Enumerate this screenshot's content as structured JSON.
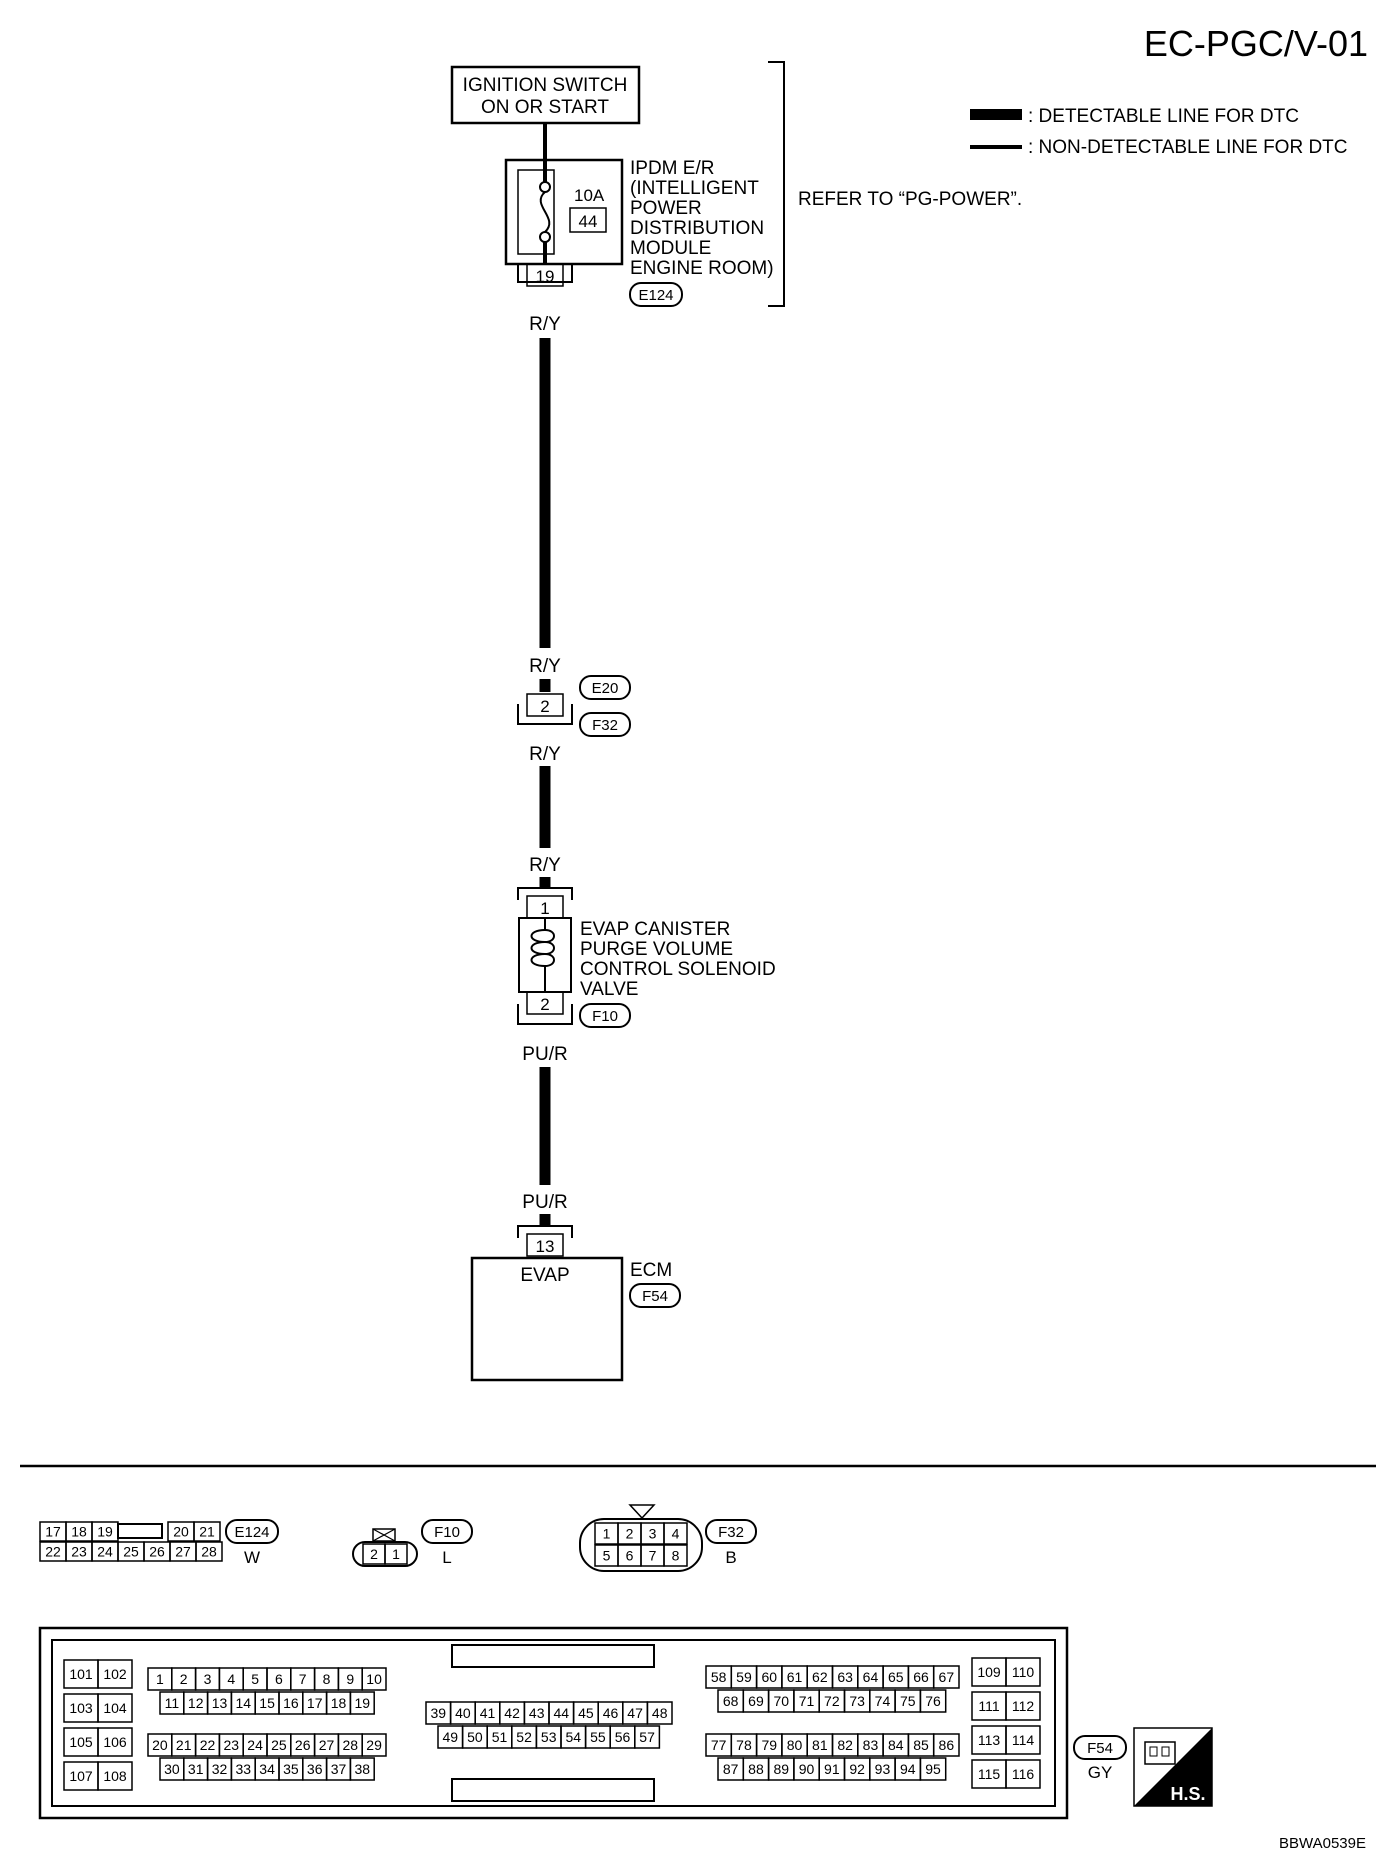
{
  "page_code": "EC-PGC/V-01",
  "figure_code": "BBWA0539E",
  "legend": {
    "detectable": ": DETECTABLE LINE FOR DTC",
    "non_detectable": ": NON-DETECTABLE LINE FOR DTC"
  },
  "ignition": {
    "line1": "IGNITION SWITCH",
    "line2": "ON OR START"
  },
  "ipdm": {
    "fuse_amp": "10A",
    "fuse_no": "44",
    "pin": "19",
    "label_lines": [
      "IPDM E/R",
      "(INTELLIGENT",
      "POWER",
      "DISTRIBUTION",
      "MODULE",
      "ENGINE ROOM)"
    ],
    "connector": "E124",
    "refer": "REFER TO “PG-POWER”."
  },
  "wires": {
    "w1_top": "R/Y",
    "w1_bottom": "R/Y",
    "w2_top": "R/Y",
    "w2_bottom": "R/Y",
    "w3_top": "PU/R",
    "w3_bottom": "PU/R"
  },
  "junction": {
    "pin": "2",
    "connector_top": "E20",
    "connector_bottom": "F32"
  },
  "solenoid": {
    "pin_top": "1",
    "pin_bottom": "2",
    "label_lines": [
      "EVAP CANISTER",
      "PURGE VOLUME",
      "CONTROL SOLENOID",
      "VALVE"
    ],
    "connector": "F10"
  },
  "ecm": {
    "pin": "13",
    "terminal": "EVAP",
    "name": "ECM",
    "connector": "F54"
  },
  "connector_views": {
    "e124": {
      "id": "E124",
      "color": "W",
      "row1_left": [
        "17",
        "18",
        "19"
      ],
      "row1_right": [
        "20",
        "21"
      ],
      "row2": [
        "22",
        "23",
        "24",
        "25",
        "26",
        "27",
        "28"
      ]
    },
    "f10": {
      "id": "F10",
      "color": "L",
      "pins": [
        "2",
        "1"
      ]
    },
    "f32": {
      "id": "F32",
      "color": "B",
      "row1": [
        "1",
        "2",
        "3",
        "4"
      ],
      "row2": [
        "5",
        "6",
        "7",
        "8"
      ]
    },
    "f54": {
      "id": "F54",
      "color": "GY",
      "g1": [
        [
          "101",
          "102"
        ],
        [
          "103",
          "104"
        ],
        [
          "105",
          "106"
        ],
        [
          "107",
          "108"
        ]
      ],
      "g2_r1": [
        "1",
        "2",
        "3",
        "4",
        "5",
        "6",
        "7",
        "8",
        "9",
        "10"
      ],
      "g2_r2": [
        "11",
        "12",
        "13",
        "14",
        "15",
        "16",
        "17",
        "18",
        "19"
      ],
      "g2_r3": [
        "20",
        "21",
        "22",
        "23",
        "24",
        "25",
        "26",
        "27",
        "28",
        "29"
      ],
      "g2_r4": [
        "30",
        "31",
        "32",
        "33",
        "34",
        "35",
        "36",
        "37",
        "38"
      ],
      "g3_r1": [
        "39",
        "40",
        "41",
        "42",
        "43",
        "44",
        "45",
        "46",
        "47",
        "48"
      ],
      "g3_r2": [
        "49",
        "50",
        "51",
        "52",
        "53",
        "54",
        "55",
        "56",
        "57"
      ],
      "g4_r1": [
        "58",
        "59",
        "60",
        "61",
        "62",
        "63",
        "64",
        "65",
        "66",
        "67"
      ],
      "g4_r2": [
        "68",
        "69",
        "70",
        "71",
        "72",
        "73",
        "74",
        "75",
        "76"
      ],
      "g4_r3": [
        "77",
        "78",
        "79",
        "80",
        "81",
        "82",
        "83",
        "84",
        "85",
        "86"
      ],
      "g4_r4": [
        "87",
        "88",
        "89",
        "90",
        "91",
        "92",
        "93",
        "94",
        "95"
      ],
      "g5": [
        [
          "109",
          "110"
        ],
        [
          "111",
          "112"
        ],
        [
          "113",
          "114"
        ],
        [
          "115",
          "116"
        ]
      ]
    }
  },
  "hs_badge": "H.S."
}
